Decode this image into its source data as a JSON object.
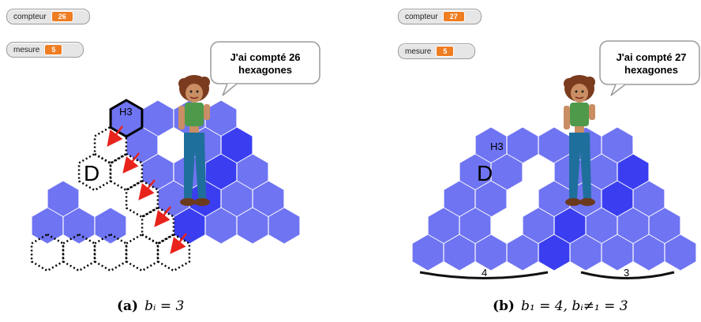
{
  "panel_a": {
    "monitors": [
      {
        "label": "compteur",
        "value": "26"
      },
      {
        "label": "mesure",
        "value": "5"
      }
    ],
    "speech": [
      "J'ai compté 26",
      "hexagones"
    ],
    "hex_labels": {
      "h3": "H3",
      "d": "D"
    },
    "caption": {
      "tag": "(a)",
      "formula": "bᵢ = 3"
    }
  },
  "panel_b": {
    "monitors": [
      {
        "label": "compteur",
        "value": "27"
      },
      {
        "label": "mesure",
        "value": "5"
      }
    ],
    "speech": [
      "J'ai compté 27",
      "hexagones"
    ],
    "hex_labels": {
      "h3": "H3",
      "d": "D"
    },
    "brace_labels": [
      "4",
      "3"
    ],
    "caption": {
      "tag": "(b)",
      "formula": "b₁ = 4, bᵢ≠₁ = 3"
    }
  },
  "colors": {
    "hex_light": "#6f74f2",
    "hex_dark": "#3a3ef0",
    "arrow": "#e8231c",
    "monitor_value": "#ef7d22"
  }
}
